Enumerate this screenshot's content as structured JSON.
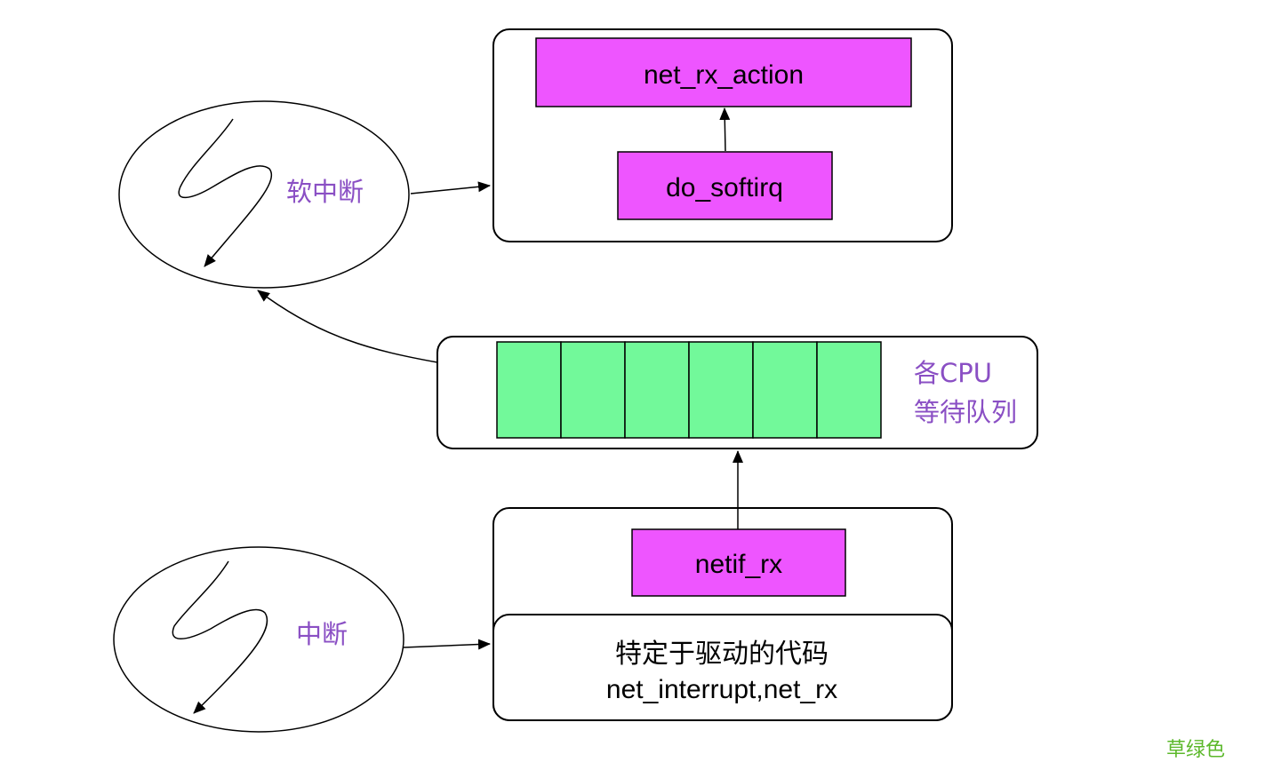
{
  "colors": {
    "function_box": "#ee55ff",
    "queue_cell": "#72f99a",
    "label_purple": "#8a4fc4",
    "label_green": "#5cb82b",
    "stroke": "#000000"
  },
  "softirq_container": {
    "top_function": "net_rx_action",
    "bottom_function": "do_softirq"
  },
  "softirq_thread": {
    "label": "软中断"
  },
  "queue": {
    "label_line1": "各CPU",
    "label_line2": "等待队列",
    "cell_count": 6
  },
  "interrupt_container": {
    "function": "netif_rx",
    "driver_line1": "特定于驱动的代码",
    "driver_line2": "net_interrupt,net_rx"
  },
  "interrupt_thread": {
    "label": "中断"
  },
  "corner_note": "草绿色"
}
